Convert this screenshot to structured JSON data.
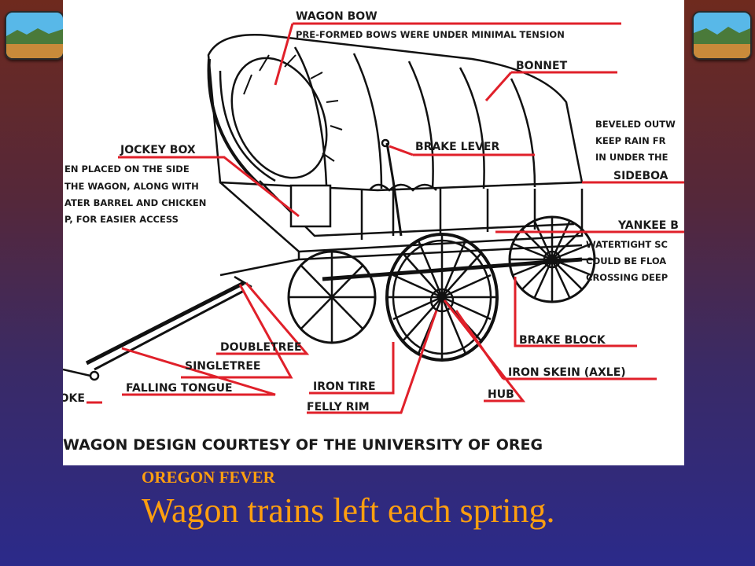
{
  "slide": {
    "title": "OREGON FEVER",
    "subtitle": "Wagon trains left each spring."
  },
  "diagram": {
    "labels": {
      "wagon_bow": "WAGON BOW",
      "wagon_bow_note": "PRE-FORMED BOWS WERE UNDER MINIMAL TENSION",
      "bonnet": "BONNET",
      "brake_lever": "BRAKE LEVER",
      "jockey_box": "JOCKEY BOX",
      "jockey_note_1": "EN PLACED ON THE SIDE",
      "jockey_note_2": "THE WAGON, ALONG WITH",
      "jockey_note_3": "ATER BARREL AND CHICKEN",
      "jockey_note_4": "P, FOR EASIER ACCESS",
      "sideboard_note_1": "BEVELED OUTW",
      "sideboard_note_2": "KEEP RAIN FR",
      "sideboard_note_3": "IN UNDER THE",
      "sideboard": "SIDEBOA",
      "yankee_bed": "YANKEE B",
      "yankee_note_1": "WATERTIGHT SC",
      "yankee_note_2": "COULD BE FLOA",
      "yankee_note_3": "CROSSING DEEP",
      "brake_block": "BRAKE BLOCK",
      "doubletree": "DOUBLETREE",
      "singletree": "SINGLETREE",
      "falling_tongue": "FALLING TONGUE",
      "yoke": "YOKE",
      "iron_tire": "IRON TIRE",
      "iron_skein": "IRON SKEIN (AXLE)",
      "hub": "HUB",
      "felly_rim": "FELLY RIM",
      "credit": "WAGON DESIGN COURTESY OF THE UNIVERSITY OF OREG"
    },
    "leader_color": "#e0202a"
  },
  "colors": {
    "title_text": "#ff9f0f",
    "bg_top": "#6e2a1e",
    "bg_bottom": "#2b2a8a"
  }
}
